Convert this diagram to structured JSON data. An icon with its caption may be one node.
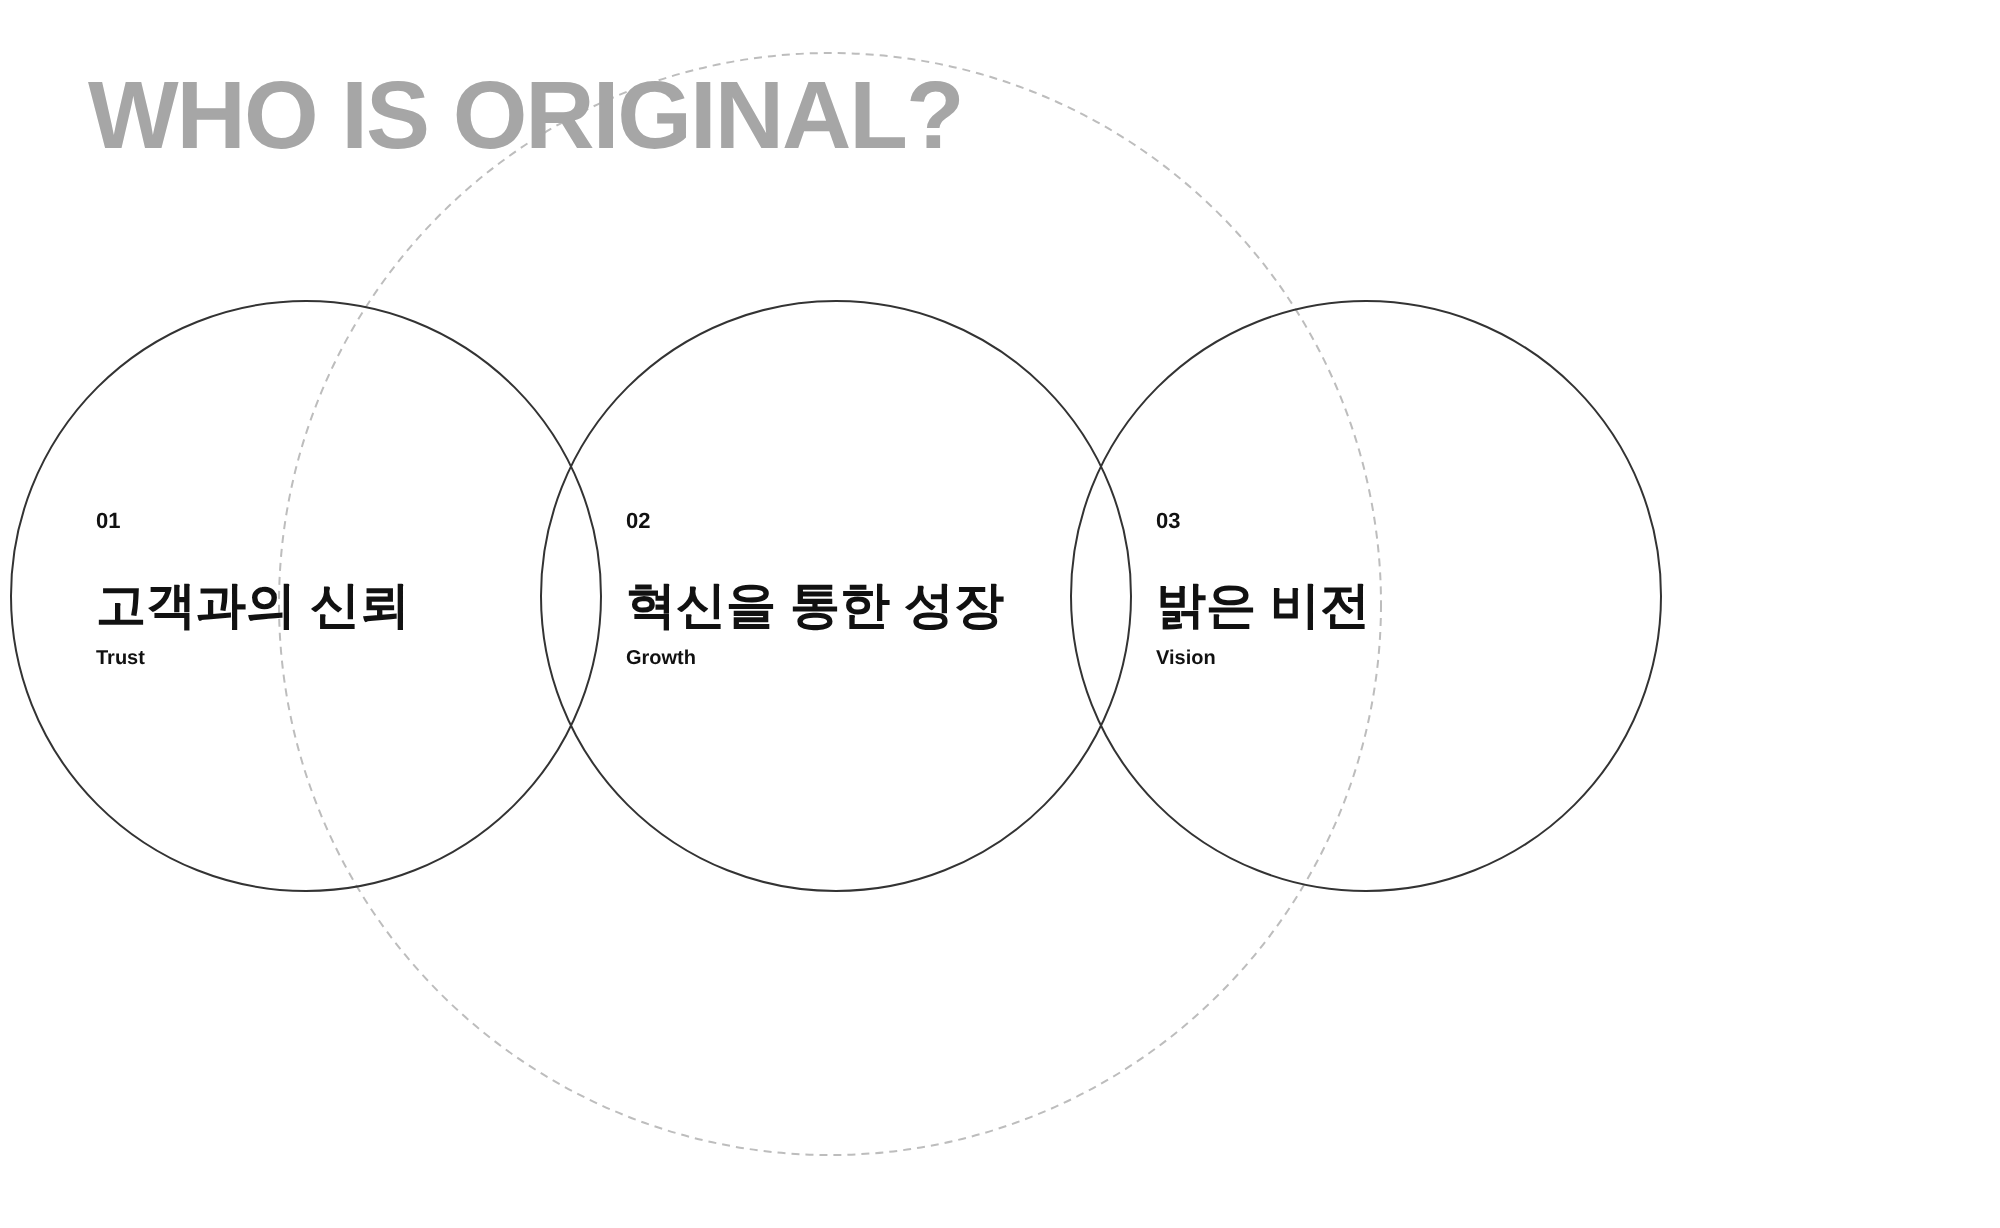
{
  "diagram": {
    "title": "WHO IS ORIGINAL?",
    "nodes": [
      {
        "text": [],
        "shape": "circle"
      },
      {
        "text": [
          "01",
          "고객과의 신뢰",
          "Trust"
        ]
      },
      {
        "text": [
          "02",
          "혁신을 통한 성장",
          "Growth"
        ],
        "in": 0
      },
      {
        "text": [
          "03",
          "밝은 비전",
          "Vision"
        ]
      }
    ]
  }
}
